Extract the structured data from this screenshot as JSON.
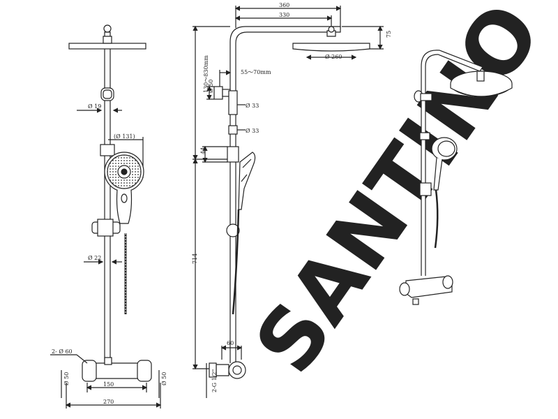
{
  "watermark": {
    "text": "SANTINO",
    "color": "#e8edf3"
  },
  "colors": {
    "line": "#222222",
    "fixture": "#e6e6e6",
    "bg": "#ffffff"
  },
  "front_view": {
    "labels": {
      "dia19": "Ø 19",
      "dia131": "(Ø 131)",
      "dia22": "Ø 22",
      "inlet_dia": "2- Ø 60",
      "width150": "150",
      "width270": "270",
      "dia50_left": "Ø 50",
      "dia50_right": "Ø 50"
    }
  },
  "side_view": {
    "labels": {
      "d360": "360",
      "d330": "330",
      "d75": "75",
      "d260": "Ø 260",
      "range55_70": "55～70mm",
      "dia50": "Ø 50",
      "dia33a": "Ø 33",
      "dia33b": "Ø 33",
      "d44": "44",
      "range130_830": "130～830mm",
      "d714": "714",
      "d60": "60",
      "g12": "2-G 1/2\""
    }
  },
  "iso_view": {}
}
